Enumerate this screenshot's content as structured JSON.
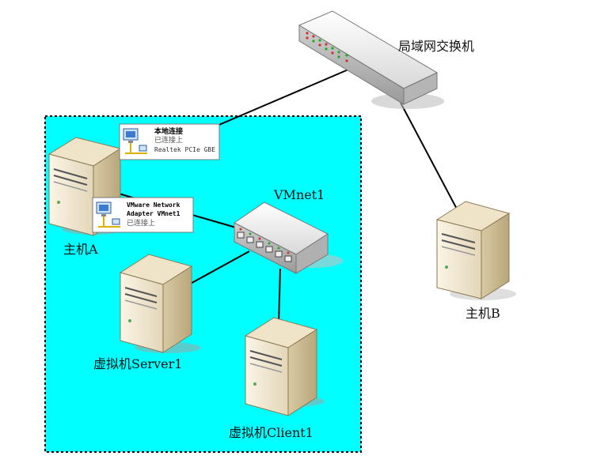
{
  "labels": {
    "switch": "局域网交换机",
    "vmnet": "VMnet1",
    "host_a": "主机A",
    "host_b": "主机B",
    "server": "虚拟机Server1",
    "client": "虚拟机Client1"
  },
  "card_local": {
    "title": "本地连接",
    "status": "已连接上",
    "device": "Realtek PCIe GBE"
  },
  "card_vmnet": {
    "line1": "VMware Network",
    "line2": "Adapter VMnet1",
    "status": "已连接上"
  },
  "colors": {
    "vm_zone": "#00ffff",
    "line": "#000000"
  },
  "icons": [
    "server-icon",
    "switch-icon",
    "network-adapter-icon"
  ]
}
